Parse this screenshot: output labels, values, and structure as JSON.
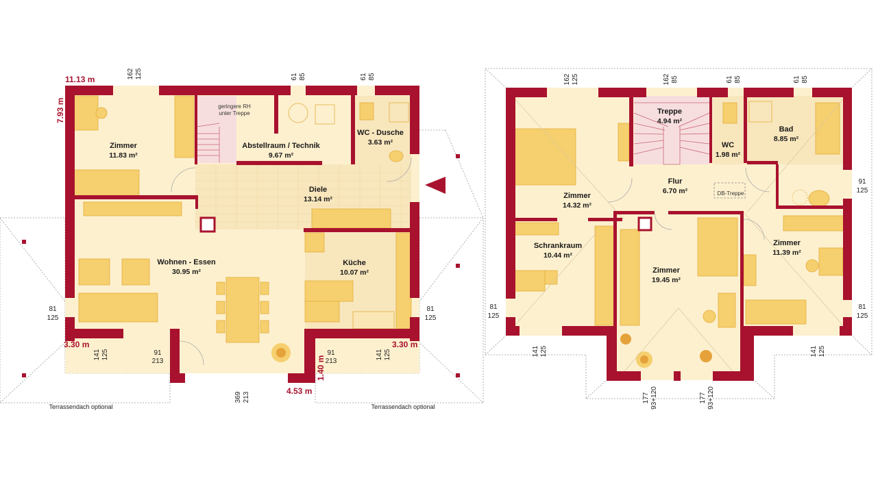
{
  "colors": {
    "wall": "#a8122e",
    "floor": "#fdf0cf",
    "tile": "#f8e6bd",
    "furniture": "#f6cf6e",
    "furniture_dark": "#eeb740",
    "stair": "#f7dede",
    "stair_line": "#c8657a"
  },
  "ground_floor": {
    "width_label": "11.13 m",
    "depth_label": "7.93 m",
    "rooms": [
      {
        "name": "Zimmer",
        "area": "11.83 m²"
      },
      {
        "name": "Abstellraum / Technik",
        "area": "9.67 m²"
      },
      {
        "name": "WC - Dusche",
        "area": "3.63 m²"
      },
      {
        "name": "Diele",
        "area": "13.14 m²"
      },
      {
        "name": "Wohnen - Essen",
        "area": "30.95 m²"
      },
      {
        "name": "Küche",
        "area": "10.07 m²"
      }
    ],
    "stair_note_1": "geringere RH",
    "stair_note_2": "unter Treppe",
    "windows": [
      {
        "w": "162",
        "h": "125"
      },
      {
        "w": "61",
        "h": "85"
      },
      {
        "w": "61",
        "h": "85"
      },
      {
        "w": "81",
        "h": "125"
      },
      {
        "w": "81",
        "h": "125"
      },
      {
        "w": "141",
        "h": "125"
      },
      {
        "w": "91",
        "h": "213"
      },
      {
        "w": "369",
        "h": "213"
      },
      {
        "w": "91",
        "h": "213"
      },
      {
        "w": "141",
        "h": "125"
      }
    ],
    "terrace_left_width": "3.30 m",
    "terrace_right_width": "3.30 m",
    "recess_depth": "1.40 m",
    "recess_width": "4.53 m",
    "terrace_left_label": "Terrassendach optional",
    "terrace_right_label": "Terrassendach optional"
  },
  "upper_floor": {
    "rooms": [
      {
        "name": "Treppe",
        "area": "4.94 m²"
      },
      {
        "name": "WC",
        "area": "1.98 m²"
      },
      {
        "name": "Bad",
        "area": "8.85 m²"
      },
      {
        "name": "Zimmer",
        "area": "14.32 m²"
      },
      {
        "name": "Flur",
        "area": "6.70 m²"
      },
      {
        "name": "Schrankraum",
        "area": "10.44 m²"
      },
      {
        "name": "Zimmer",
        "area": "19.45 m²"
      },
      {
        "name": "Zimmer",
        "area": "11.39 m²"
      }
    ],
    "db_stair_label": "DB-Treppe",
    "windows": [
      {
        "w": "162",
        "h": "125"
      },
      {
        "w": "162",
        "h": "85"
      },
      {
        "w": "61",
        "h": "85"
      },
      {
        "w": "61",
        "h": "85"
      },
      {
        "w": "91",
        "h": "125"
      },
      {
        "w": "81",
        "h": "125"
      },
      {
        "w": "81",
        "h": "125"
      },
      {
        "w": "141",
        "h": "125"
      },
      {
        "w": "141",
        "h": "125"
      },
      {
        "w": "177",
        "h": "93+120"
      },
      {
        "w": "177",
        "h": "93+120"
      }
    ]
  }
}
